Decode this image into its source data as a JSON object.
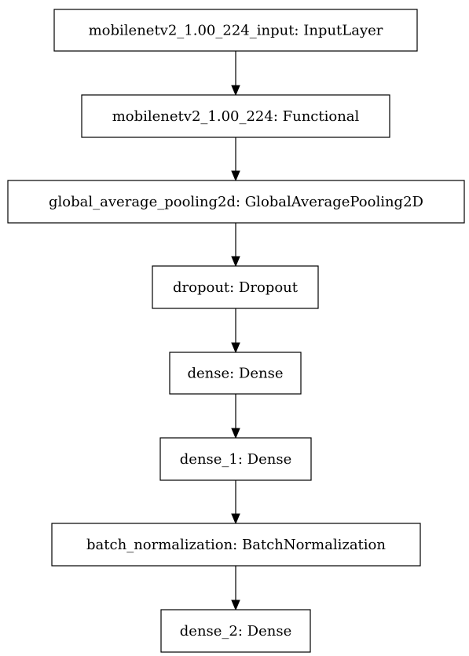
{
  "diagram": {
    "type": "flowchart",
    "orientation": "top-to-bottom",
    "nodes": [
      {
        "id": "n0",
        "label": "mobilenetv2_1.00_224_input: InputLayer"
      },
      {
        "id": "n1",
        "label": "mobilenetv2_1.00_224: Functional"
      },
      {
        "id": "n2",
        "label": "global_average_pooling2d: GlobalAveragePooling2D"
      },
      {
        "id": "n3",
        "label": "dropout: Dropout"
      },
      {
        "id": "n4",
        "label": "dense: Dense"
      },
      {
        "id": "n5",
        "label": "dense_1: Dense"
      },
      {
        "id": "n6",
        "label": "batch_normalization: BatchNormalization"
      },
      {
        "id": "n7",
        "label": "dense_2: Dense"
      }
    ],
    "edges": [
      {
        "from": "n0",
        "to": "n1"
      },
      {
        "from": "n1",
        "to": "n2"
      },
      {
        "from": "n2",
        "to": "n3"
      },
      {
        "from": "n3",
        "to": "n4"
      },
      {
        "from": "n4",
        "to": "n5"
      },
      {
        "from": "n5",
        "to": "n6"
      },
      {
        "from": "n6",
        "to": "n7"
      }
    ],
    "colors": {
      "stroke": "#000000",
      "fill": "#ffffff",
      "text": "#000000"
    }
  }
}
